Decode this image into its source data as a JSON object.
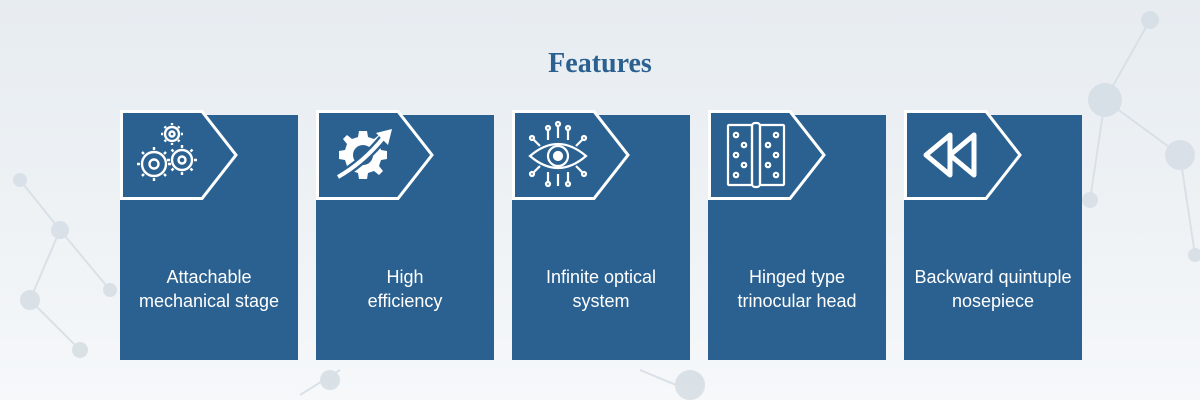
{
  "page": {
    "title": "Features"
  },
  "features": [
    {
      "label": "Attachable\nmechanical stage",
      "icon": "gears-icon"
    },
    {
      "label": "High\nefficiency",
      "icon": "gear-arrow-icon"
    },
    {
      "label": "Infinite optical\nsystem",
      "icon": "eye-circuit-icon"
    },
    {
      "label": "Hinged type\ntrinocular head",
      "icon": "hinge-icon"
    },
    {
      "label": "Backward quintuple\nnosepiece",
      "icon": "rewind-icon"
    }
  ],
  "colors": {
    "card": "#2b6190",
    "title": "#2b6190",
    "tab_border": "#ffffff"
  }
}
